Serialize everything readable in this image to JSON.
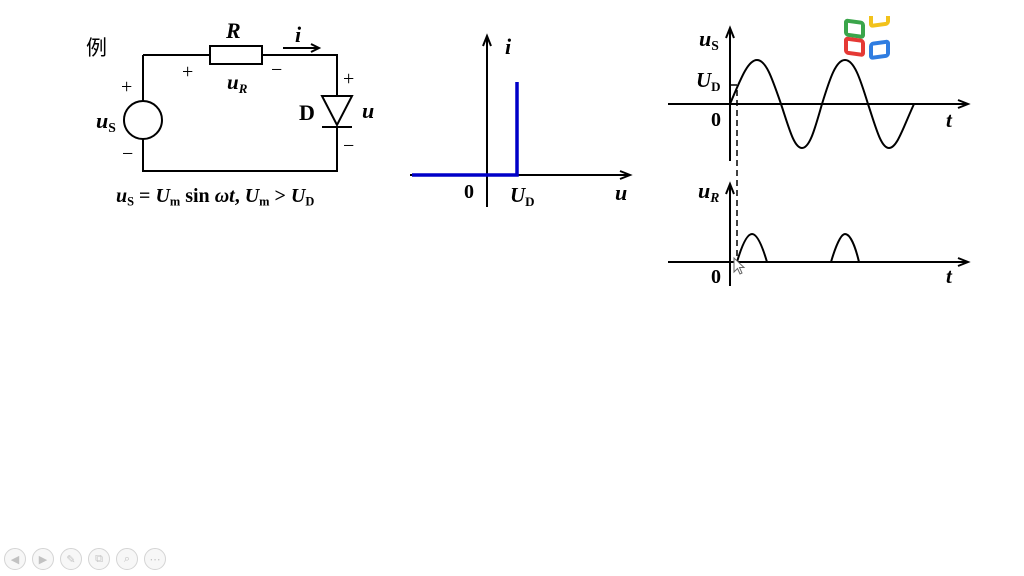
{
  "example_label": "例",
  "circuit": {
    "resistor_label": "R",
    "current_label": "i",
    "ur_label": "u",
    "ur_sub": "R",
    "source_label": "u",
    "source_sub": "S",
    "diode_label": "D",
    "diode_voltage_label": "u",
    "plus": "+",
    "minus": "−"
  },
  "equation": {
    "us_sym": "u",
    "us_sub": "S",
    "eq": " = ",
    "um_sym": "U",
    "um_sub": "m",
    "sin": " sin ",
    "omega_t": "ωt",
    "comma": ", ",
    "um2_sym": "U",
    "um2_sub": "m",
    "gt": " > ",
    "ud_sym": "U",
    "ud_sub": "D"
  },
  "iv_plot": {
    "y_label": "i",
    "x_label": "u",
    "origin_label": "0",
    "threshold_sym": "U",
    "threshold_sub": "D",
    "curve_color": "#0000c8"
  },
  "wave_top": {
    "y_sym": "u",
    "y_sub": "S",
    "level_sym": "U",
    "level_sub": "D",
    "origin_label": "0",
    "x_label": "t"
  },
  "wave_bottom": {
    "y_sym": "u",
    "y_sub": "R",
    "origin_label": "0",
    "x_label": "t"
  },
  "logo_colors": {
    "green": "#3aa54a",
    "yellow": "#f2c21b",
    "red": "#e53935",
    "blue": "#2f7de1"
  },
  "toolbar": {
    "prev_icon": "◀",
    "next_icon": "▶",
    "pen_icon": "✎",
    "copy_icon": "⧉",
    "zoom_icon": "⌕",
    "more_icon": "⋯"
  }
}
